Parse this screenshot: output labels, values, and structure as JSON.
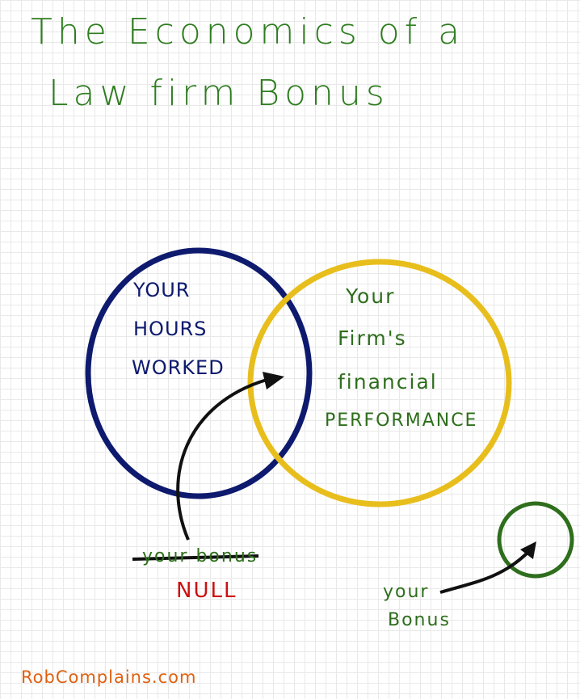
{
  "title": {
    "line1": "The Economics of a",
    "line2": "Law firm Bonus"
  },
  "left_circle": {
    "label_lines": [
      "YOUR",
      "HOURS",
      "WORKED"
    ],
    "color": "#0d1a6e"
  },
  "right_circle": {
    "label_lines": [
      "Your",
      "Firm's",
      "financial",
      "PERFORMANCE"
    ],
    "color": "#e8be1c"
  },
  "struck_label": "your bonus",
  "null_label": "NULL",
  "bonus_label": {
    "line1": "your",
    "line2": "Bonus"
  },
  "credit": "RobComplains.com",
  "colors": {
    "green": "#2e6e1c",
    "red": "#cc1111",
    "orange": "#e0600f",
    "arrow": "#111111"
  }
}
